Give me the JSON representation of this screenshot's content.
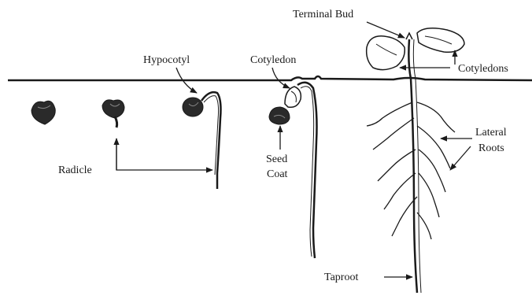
{
  "labels": {
    "terminal_bud": "Terminal Bud",
    "hypocotyl": "Hypocotyl",
    "cotyledon": "Cotyledon",
    "cotyledons": "Cotyledons",
    "lateral": "Lateral",
    "roots": "Roots",
    "radicle": "Radicle",
    "seed": "Seed",
    "coat": "Coat",
    "taproot": "Taproot"
  },
  "colors": {
    "ink": "#1a1a1a",
    "seed_fill": "#2a2a2a",
    "background": "#ffffff"
  }
}
